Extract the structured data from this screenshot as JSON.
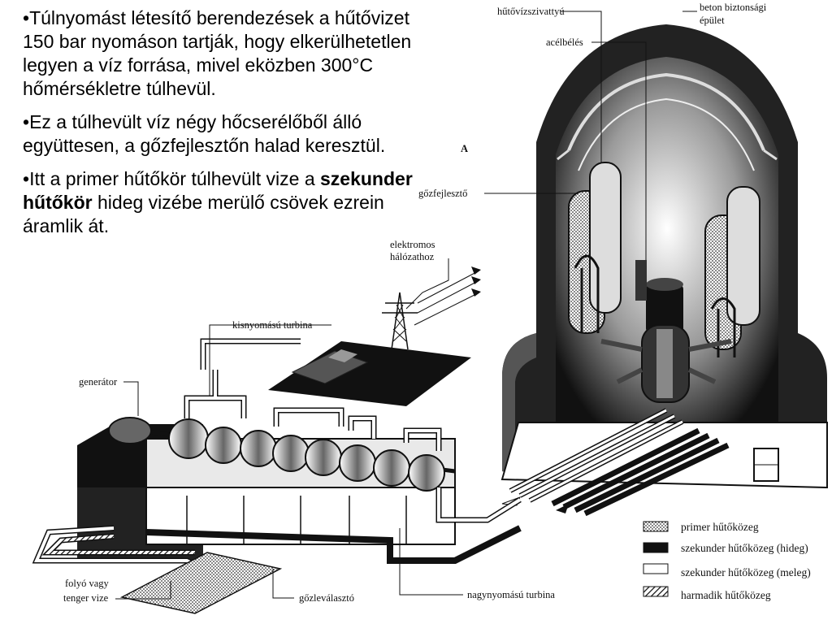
{
  "bullets": [
    {
      "prefix": "•",
      "text": "Túlnyomást létesítő berendezések a hűtővizet 150 bar nyomáson tartják, hogy elkerülhetetlen legyen a víz forrása, mivel eközben 300°C hőmérsékletre túlhevül."
    },
    {
      "prefix": "•",
      "text": "Ez a túlhevült víz négy hőcserélőből álló együttesen, a gőzfejlesztőn halad keresztül."
    },
    {
      "prefix": "•",
      "text_before": "Itt a primer hűtőkör túlhevült vize a ",
      "bold": "szekunder hűtőkör",
      "text_after": " hideg vizébe merülő csövek ezrein áramlik át."
    }
  ],
  "figure_letter": "A",
  "labels": {
    "hutoviz_szivattyu": "hűtővízszivattyú",
    "beton_1": "beton biztonsági",
    "beton_2": "épület",
    "acelbeles": "acélbélés",
    "gozfejleszto": "gőzfejlesztő",
    "elektromos_1": "elektromos",
    "elektromos_2": "hálózathoz",
    "kisnyomasu": "kisnyomású turbina",
    "generator": "generátor",
    "folyo_1": "folyó vagy",
    "folyo_2": "tenger vize",
    "gozlevalaszto": "gőzleválasztó",
    "nagynyomasu": "nagynyomású turbina"
  },
  "legend": [
    {
      "text": "primer hűtőközeg",
      "pattern": "dotted"
    },
    {
      "text": "szekunder hűtőközeg (hideg)",
      "pattern": "black"
    },
    {
      "text": "szekunder hűtőközeg (meleg)",
      "pattern": "white"
    },
    {
      "text": "harmadik hűtőközeg",
      "pattern": "hatched"
    }
  ]
}
